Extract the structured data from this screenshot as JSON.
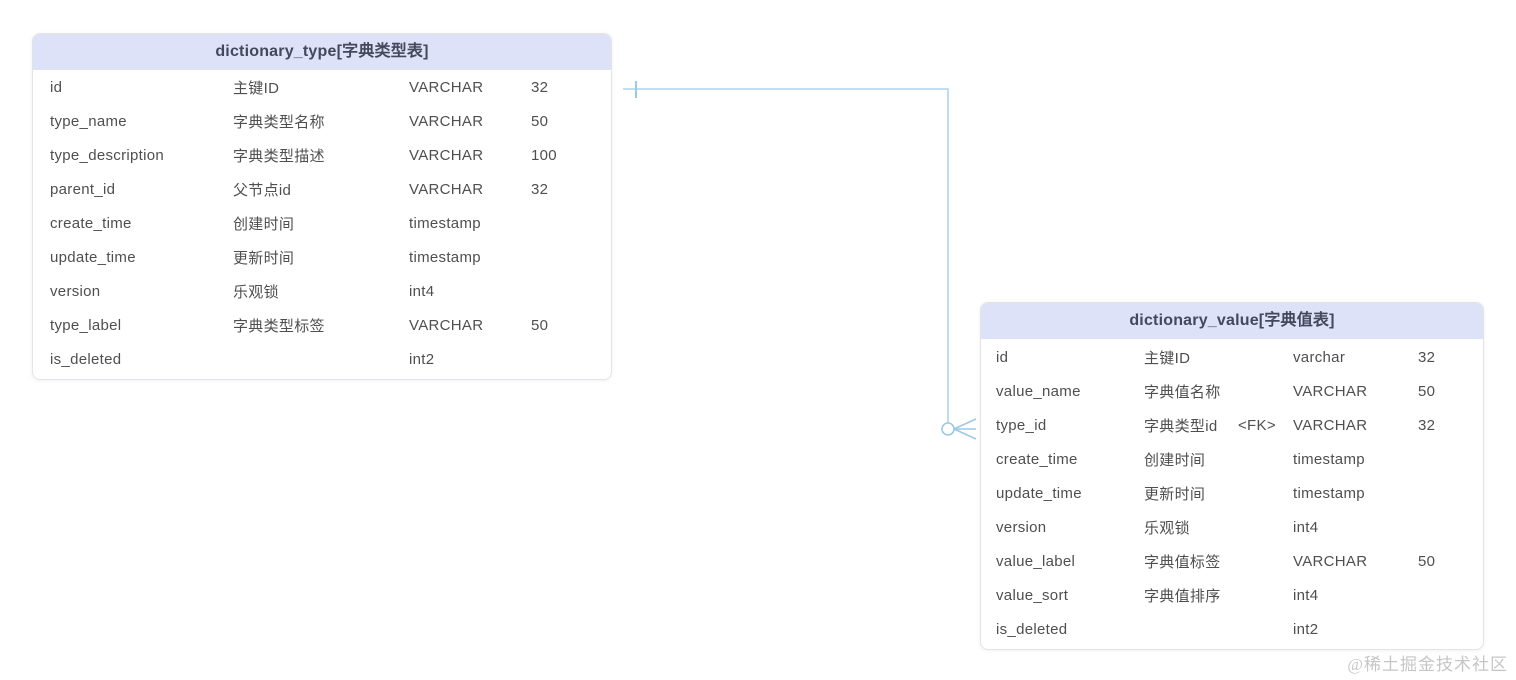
{
  "diagram": {
    "type": "entity-relationship",
    "tables": [
      {
        "id": "dictionary_type",
        "title": "dictionary_type[字典类型表]",
        "columns": [
          {
            "name": "id",
            "comment": "主键ID",
            "fk": "",
            "type": "VARCHAR",
            "size": "32"
          },
          {
            "name": "type_name",
            "comment": "字典类型名称",
            "fk": "",
            "type": "VARCHAR",
            "size": "50"
          },
          {
            "name": "type_description",
            "comment": "字典类型描述",
            "fk": "",
            "type": "VARCHAR",
            "size": "100"
          },
          {
            "name": "parent_id",
            "comment": "父节点id",
            "fk": "",
            "type": "VARCHAR",
            "size": "32"
          },
          {
            "name": "create_time",
            "comment": "创建时间",
            "fk": "",
            "type": "timestamp",
            "size": ""
          },
          {
            "name": "update_time",
            "comment": "更新时间",
            "fk": "",
            "type": "timestamp",
            "size": ""
          },
          {
            "name": "version",
            "comment": "乐观锁",
            "fk": "",
            "type": "int4",
            "size": ""
          },
          {
            "name": "type_label",
            "comment": "字典类型标签",
            "fk": "",
            "type": "VARCHAR",
            "size": "50"
          },
          {
            "name": "is_deleted",
            "comment": "",
            "fk": "",
            "type": "int2",
            "size": ""
          }
        ]
      },
      {
        "id": "dictionary_value",
        "title": "dictionary_value[字典值表]",
        "columns": [
          {
            "name": "id",
            "comment": "主键ID",
            "fk": "",
            "type": "varchar",
            "size": "32"
          },
          {
            "name": "value_name",
            "comment": "字典值名称",
            "fk": "",
            "type": "VARCHAR",
            "size": "50"
          },
          {
            "name": "type_id",
            "comment": "字典类型id",
            "fk": "<FK>",
            "type": "VARCHAR",
            "size": "32"
          },
          {
            "name": "create_time",
            "comment": "创建时间",
            "fk": "",
            "type": "timestamp",
            "size": ""
          },
          {
            "name": "update_time",
            "comment": "更新时间",
            "fk": "",
            "type": "timestamp",
            "size": ""
          },
          {
            "name": "version",
            "comment": "乐观锁",
            "fk": "",
            "type": "int4",
            "size": ""
          },
          {
            "name": "value_label",
            "comment": "字典值标签",
            "fk": "",
            "type": "VARCHAR",
            "size": "50"
          },
          {
            "name": "value_sort",
            "comment": "字典值排序",
            "fk": "",
            "type": "int4",
            "size": ""
          },
          {
            "name": "is_deleted",
            "comment": "",
            "fk": "",
            "type": "int2",
            "size": ""
          }
        ]
      }
    ],
    "relationship": {
      "from_table": "dictionary_type",
      "to_table": "dictionary_value",
      "to_column": "type_id",
      "cardinality_from": "one",
      "cardinality_to": "zero-or-many"
    },
    "colors": {
      "header_bg": "#dde2f9",
      "header_text": "#45485c",
      "row_text": "#4f4f4f",
      "table_border": "#e4e4e8",
      "connector": "#aed4ea",
      "watermark": "#c6c6c6"
    },
    "watermark": "@稀土掘金技术社区"
  }
}
